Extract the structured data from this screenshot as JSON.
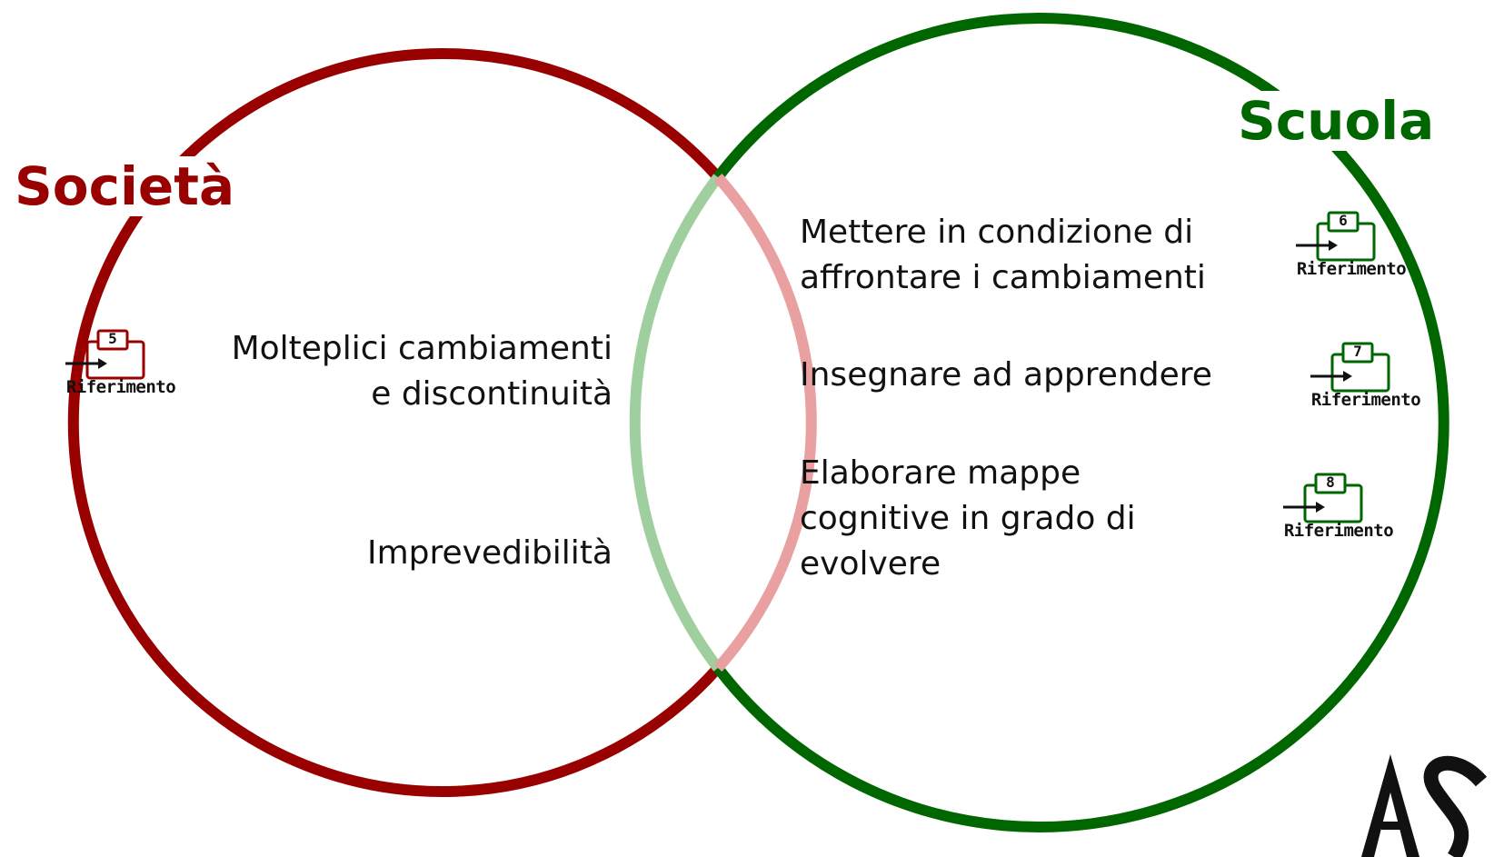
{
  "diagram": {
    "left_set": {
      "title": "Società",
      "color": "#990000",
      "items": [
        {
          "lines": [
            "Molteplici cambiamenti",
            "e discontinuità"
          ]
        },
        {
          "lines": [
            "Imprevedibilità"
          ]
        }
      ],
      "reference": {
        "number": "5",
        "label": "Riferimento",
        "icon": "reference-link-icon"
      }
    },
    "right_set": {
      "title": "Scuola",
      "color": "#006600",
      "items": [
        {
          "lines": [
            "Mettere in condizione di",
            "affrontare i cambiamenti"
          ],
          "reference": {
            "number": "6",
            "label": "Riferimento",
            "icon": "reference-link-icon"
          }
        },
        {
          "lines": [
            "Insegnare ad apprendere"
          ],
          "reference": {
            "number": "7",
            "label": "Riferimento",
            "icon": "reference-link-icon"
          }
        },
        {
          "lines": [
            "Elaborare mappe",
            "cognitive in grado di",
            "evolvere"
          ],
          "reference": {
            "number": "8",
            "label": "Riferimento",
            "icon": "reference-link-icon"
          }
        }
      ]
    },
    "overlap_colors": {
      "left_arc": "#9fcf9f",
      "right_arc": "#e8a0a0"
    }
  }
}
